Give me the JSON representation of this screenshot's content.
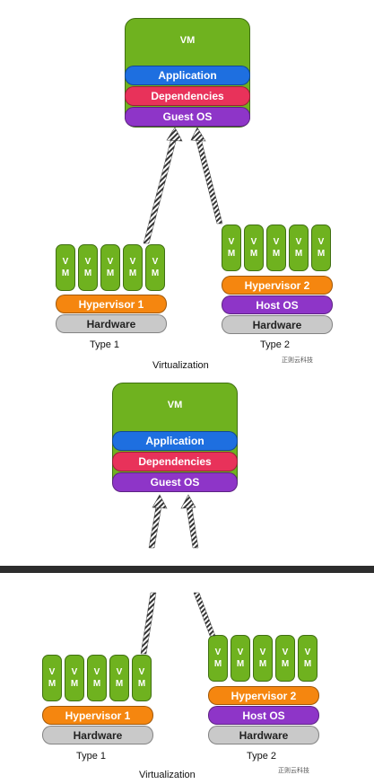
{
  "panel1": {
    "vm": {
      "title": "VM",
      "application": "Application",
      "dependencies": "Dependencies",
      "guest_os": "Guest OS"
    },
    "type1": {
      "vm_letters": [
        "V",
        "M"
      ],
      "hypervisor": "Hypervisor 1",
      "hardware": "Hardware",
      "label": "Type 1"
    },
    "type2": {
      "vm_letters": [
        "V",
        "M"
      ],
      "hypervisor": "Hypervisor 2",
      "host_os": "Host OS",
      "hardware": "Hardware",
      "label": "Type 2"
    },
    "caption": "Virtualization",
    "watermark": "正则云科技"
  },
  "panel2": {
    "vm": {
      "title": "VM",
      "application": "Application",
      "dependencies": "Dependencies",
      "guest_os": "Guest OS"
    },
    "type1": {
      "vm_letters": [
        "V",
        "M"
      ],
      "hypervisor": "Hypervisor 1",
      "hardware": "Hardware",
      "label": "Type 1"
    },
    "type2": {
      "vm_letters": [
        "V",
        "M"
      ],
      "hypervisor": "Hypervisor 2",
      "host_os": "Host OS",
      "hardware": "Hardware",
      "label": "Type 2"
    },
    "caption": "Virtualization",
    "watermark": "正则云科技"
  },
  "colors": {
    "vm_green": "#6fb21f",
    "application_blue": "#1e6fe0",
    "dependencies_red": "#e8325a",
    "os_purple": "#8e35c8",
    "hypervisor_orange": "#f5860f",
    "hardware_gray": "#c9c9c9",
    "divider_dark": "#2d2d2d"
  }
}
